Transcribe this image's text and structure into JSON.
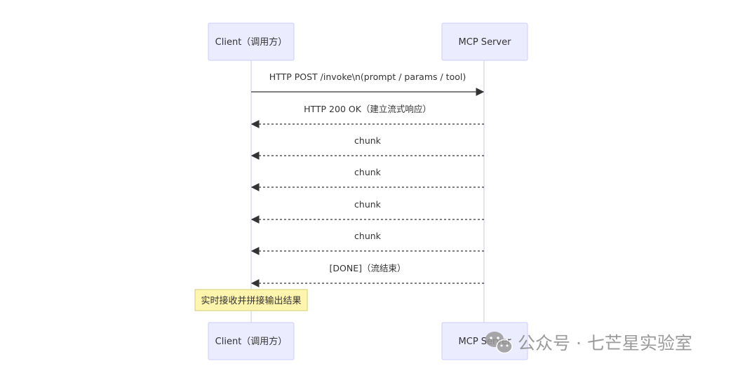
{
  "diagram": {
    "type": "sequence",
    "participants": [
      {
        "id": "client",
        "label": "Client（调用方）"
      },
      {
        "id": "server",
        "label": "MCP Server"
      }
    ],
    "messages": [
      {
        "from": "client",
        "to": "server",
        "label": "HTTP POST /invoke\\n(prompt / params / tool)",
        "style": "solid"
      },
      {
        "from": "server",
        "to": "client",
        "label": "HTTP 200 OK（建立流式响应）",
        "style": "dashed"
      },
      {
        "from": "server",
        "to": "client",
        "label": "chunk",
        "style": "dashed"
      },
      {
        "from": "server",
        "to": "client",
        "label": "chunk",
        "style": "dashed"
      },
      {
        "from": "server",
        "to": "client",
        "label": "chunk",
        "style": "dashed"
      },
      {
        "from": "server",
        "to": "client",
        "label": "chunk",
        "style": "dashed"
      },
      {
        "from": "server",
        "to": "client",
        "label": "[DONE]（流结束）",
        "style": "dashed"
      }
    ],
    "note": {
      "over": "client",
      "label": "实时接收并拼接输出结果"
    }
  },
  "watermark": {
    "icon": "wechat-icon",
    "text": "公众号 · 七芒星实验室"
  },
  "colors": {
    "actor_fill": "#ECECFF",
    "actor_stroke": "#CCCCFF",
    "lifeline": "#D4D4E8",
    "arrow": "#333333",
    "note_fill": "#FFF5AD",
    "note_stroke": "#D6CC7A",
    "watermark": "#8a8a8a"
  }
}
